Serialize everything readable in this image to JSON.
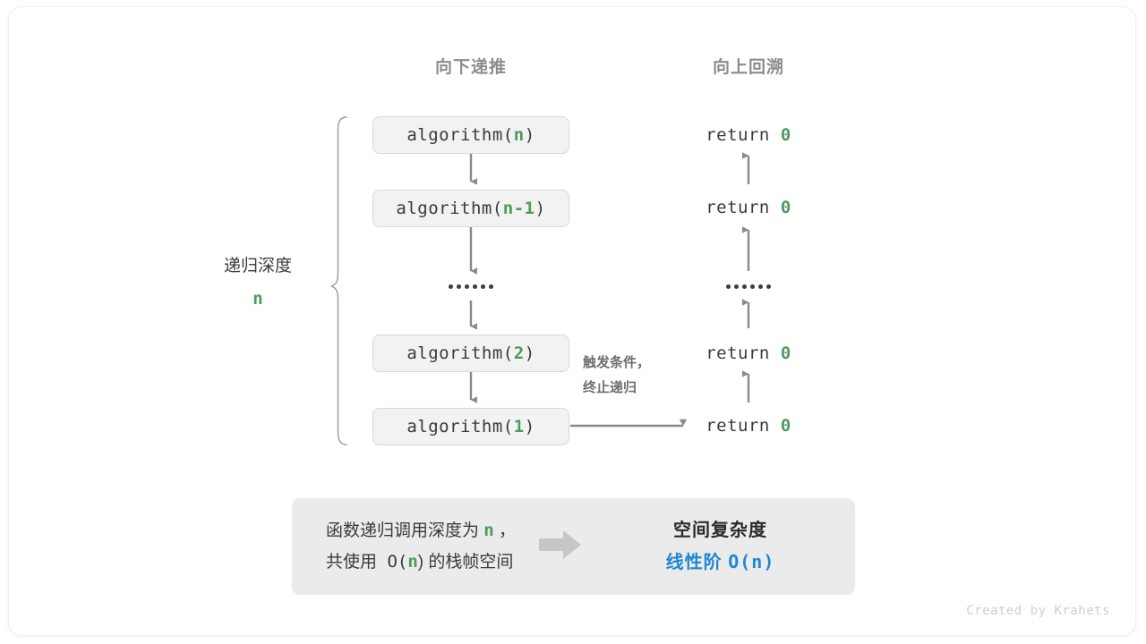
{
  "headers": {
    "down": "向下递推",
    "up": "向上回溯"
  },
  "side_label": {
    "text": "递归深度",
    "value": "n"
  },
  "call_stack": [
    {
      "prefix": "algorithm(",
      "arg": "n",
      "suffix": ")"
    },
    {
      "prefix": "algorithm(",
      "arg": "n-1",
      "suffix": ")"
    },
    {
      "prefix": "algorithm(",
      "arg": "2",
      "suffix": ")"
    },
    {
      "prefix": "algorithm(",
      "arg": "1",
      "suffix": ")"
    }
  ],
  "returns": [
    {
      "text": "return ",
      "value": "0"
    },
    {
      "text": "return ",
      "value": "0"
    },
    {
      "text": "return ",
      "value": "0"
    },
    {
      "text": "return ",
      "value": "0"
    }
  ],
  "ellipsis_dots": 6,
  "note": {
    "line1": "触发条件，",
    "line2": "终止递归"
  },
  "summary": {
    "left_line1_a": "函数递归调用深度为 ",
    "left_line1_n": "n",
    "left_line1_b": " ，",
    "left_line2_a": "共使用 O(",
    "left_line2_n": "n",
    "left_line2_b": ") 的栈帧空间",
    "arrow": "right-arrow-icon",
    "right_title": "空间复杂度",
    "right_value_a": "线性阶 ",
    "right_value_b": "O(n)"
  },
  "credit": "Created by Krahets",
  "colors": {
    "accent_green": "#4e9a5e",
    "accent_blue": "#1e88d2",
    "box_fill": "#f2f2f2",
    "box_border": "#d8d8d8",
    "panel_fill": "#ebebeb",
    "arrow_gray": "#8a8a8a",
    "header_gray": "#8c8c8c"
  }
}
